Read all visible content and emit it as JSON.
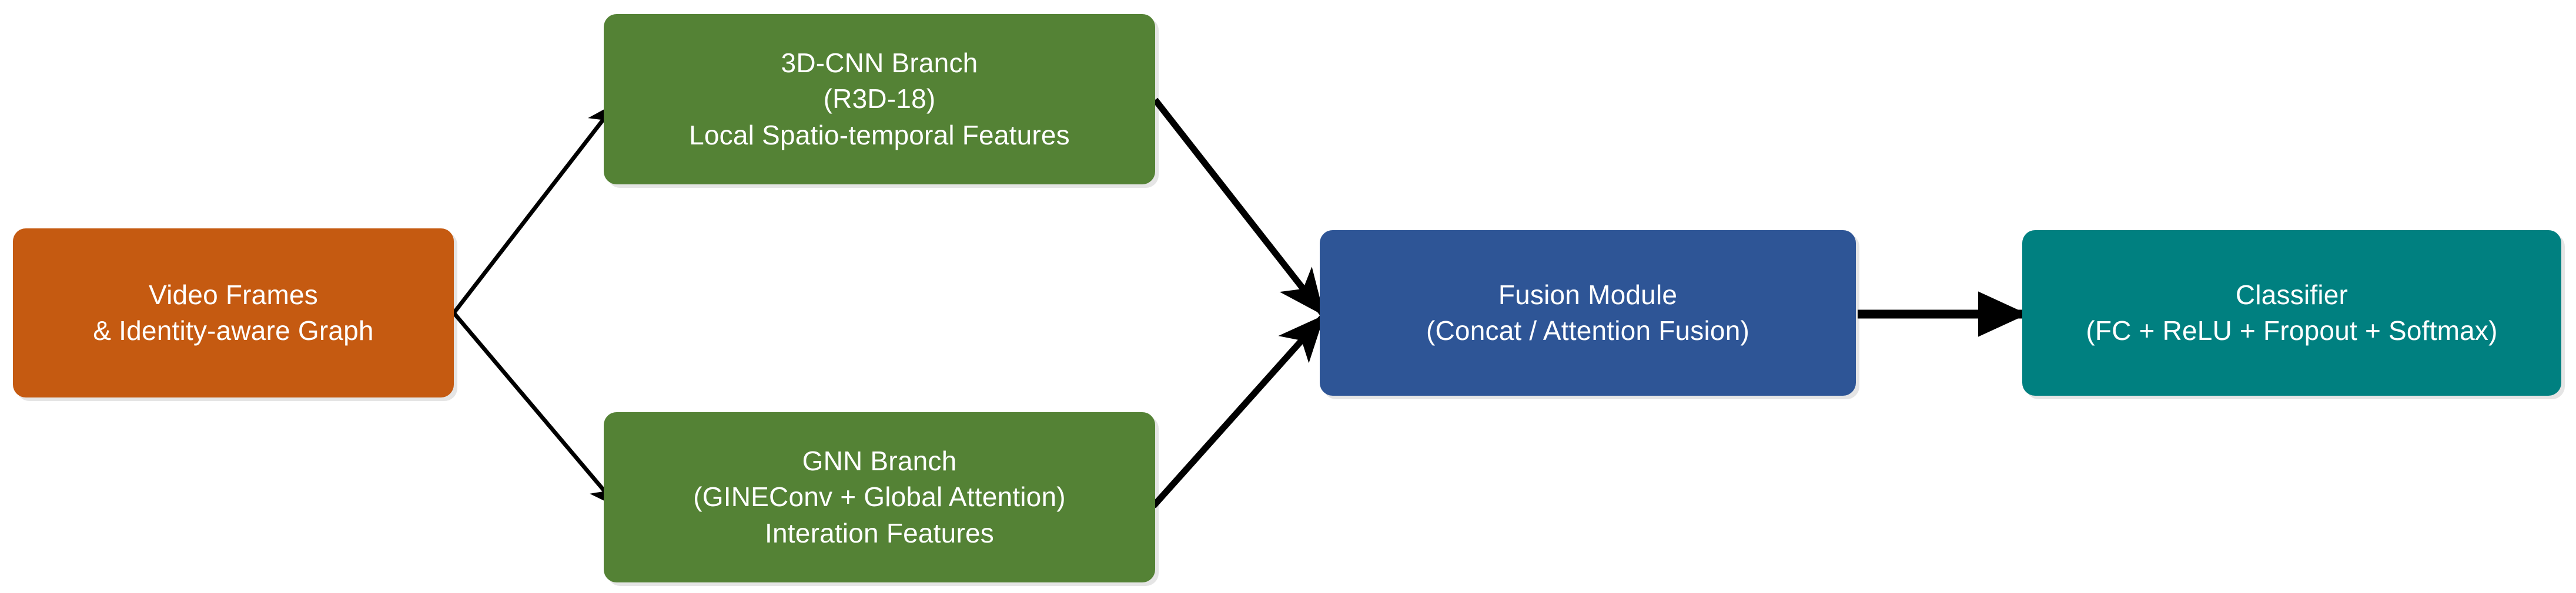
{
  "diagram": {
    "type": "flowchart",
    "orientation": "left-to-right",
    "background_color": "#ffffff",
    "nodes": [
      {
        "id": "input",
        "name": "video-frames-and-graph",
        "lines": [
          "Video Frames",
          "& Identity-aware Graph"
        ],
        "color": "#c55a11",
        "text_color": "#ffffff"
      },
      {
        "id": "cnn",
        "name": "3d-cnn-branch",
        "lines": [
          "3D-CNN Branch",
          "(R3D-18)",
          "Local Spatio-temporal Features"
        ],
        "color": "#548235",
        "text_color": "#ffffff"
      },
      {
        "id": "gnn",
        "name": "gnn-branch",
        "lines": [
          "GNN Branch",
          "(GINEConv + Global Attention)",
          "Interation Features"
        ],
        "color": "#548235",
        "text_color": "#ffffff"
      },
      {
        "id": "fusion",
        "name": "fusion-module",
        "lines": [
          "Fusion Module",
          "(Concat / Attention Fusion)"
        ],
        "color": "#2e5596",
        "text_color": "#ffffff"
      },
      {
        "id": "classifier",
        "name": "classifier",
        "lines": [
          "Classifier",
          "(FC + ReLU + Fropout + Softmax)"
        ],
        "color": "#008080",
        "text_color": "#ffffff"
      }
    ],
    "edges": [
      {
        "id": "edge-input-cnn",
        "from": "input",
        "to": "cnn",
        "style": "solid-arrow",
        "color": "#000000"
      },
      {
        "id": "edge-input-gnn",
        "from": "input",
        "to": "gnn",
        "style": "solid-arrow",
        "color": "#000000"
      },
      {
        "id": "edge-cnn-fusion",
        "from": "cnn",
        "to": "fusion",
        "style": "solid-arrow",
        "color": "#000000"
      },
      {
        "id": "edge-gnn-fusion",
        "from": "gnn",
        "to": "fusion",
        "style": "solid-arrow",
        "color": "#000000"
      },
      {
        "id": "edge-fusion-clf",
        "from": "fusion",
        "to": "classifier",
        "style": "solid-arrow",
        "color": "#000000"
      }
    ]
  }
}
